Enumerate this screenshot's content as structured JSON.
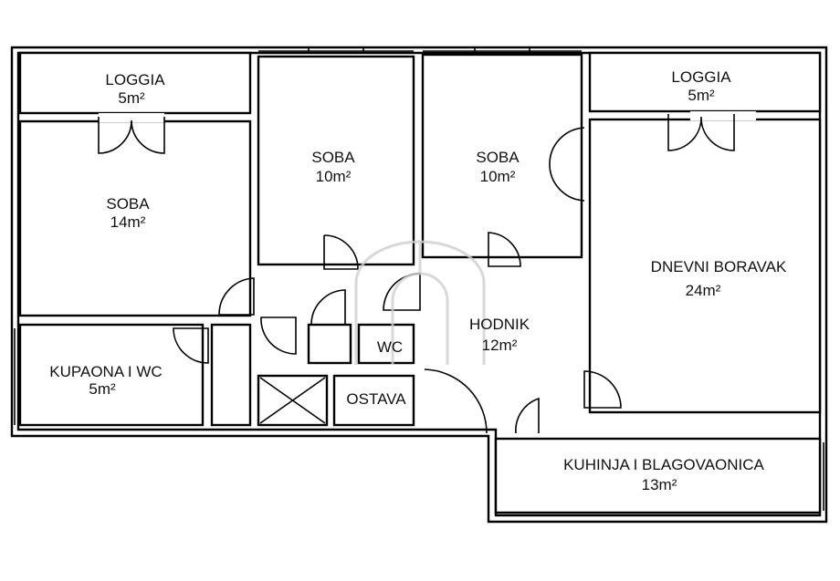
{
  "plan": {
    "rooms": [
      {
        "name": "LOGGIA",
        "area": "5m²"
      },
      {
        "name": "SOBA",
        "area": "14m²"
      },
      {
        "name": "SOBA",
        "area": "10m²"
      },
      {
        "name": "SOBA",
        "area": "10m²"
      },
      {
        "name": "LOGGIA",
        "area": "5m²"
      },
      {
        "name": "DNEVNI BORAVAK",
        "area": "24m²"
      },
      {
        "name": "HODNIK",
        "area": "12m²"
      },
      {
        "name": "WC"
      },
      {
        "name": "KUPAONA I WC",
        "area": "5m²"
      },
      {
        "name": "OSTAVA"
      },
      {
        "name": "KUHINJA I BLAGOVAONICA",
        "area": "13m²"
      }
    ]
  }
}
